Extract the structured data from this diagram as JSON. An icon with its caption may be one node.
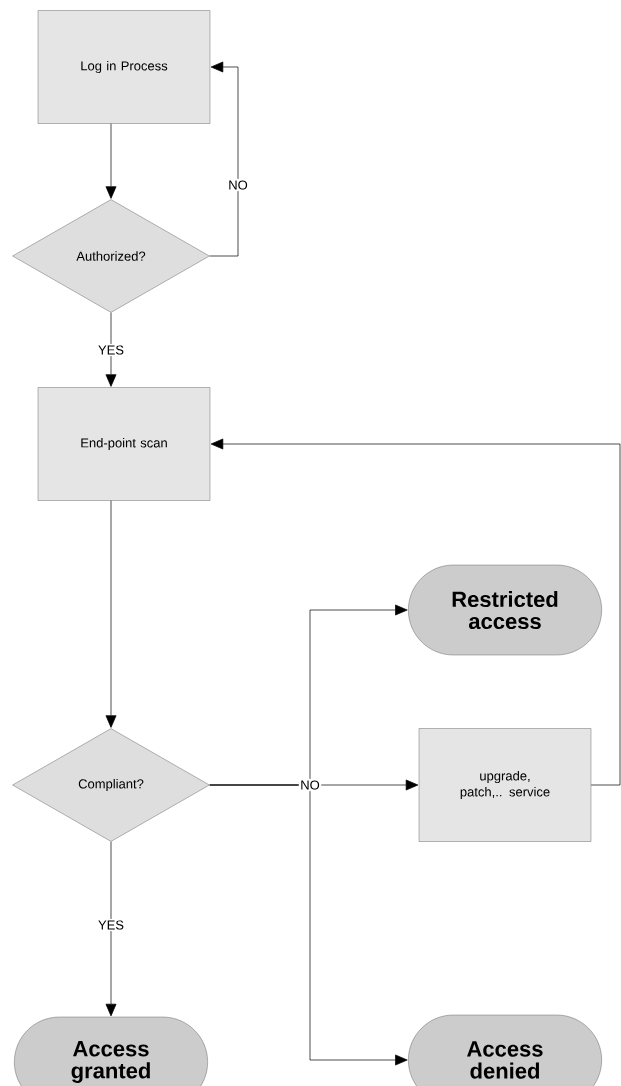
{
  "diagram": {
    "nodes": [
      {
        "text": [
          "Log in Process"
        ]
      },
      {
        "text": [
          "Authorized?"
        ]
      },
      {
        "text": [
          "End-point scan"
        ]
      },
      {
        "text": [
          "Compliant?"
        ]
      },
      {
        "text": [
          "Access granted"
        ]
      },
      {
        "text": [
          "Restricted access"
        ]
      },
      {
        "text": [
          "upgrade, patch,.. service"
        ]
      },
      {
        "text": [
          "Access denied"
        ]
      }
    ],
    "edges": [
      {
        "from": 0,
        "to": 1,
        "arrow": "to"
      },
      {
        "from": 1,
        "to": 0,
        "arrow": "to",
        "label": "NO"
      },
      {
        "from": 1,
        "to": 2,
        "arrow": "to",
        "label": "YES"
      },
      {
        "from": 2,
        "to": 3,
        "arrow": "to"
      },
      {
        "from": 3,
        "to": 5,
        "arrow": "to"
      },
      {
        "from": 3,
        "to": 6,
        "arrow": "to",
        "label": "NO"
      },
      {
        "from": 3,
        "to": 7,
        "arrow": "to"
      },
      {
        "from": 3,
        "to": 4,
        "arrow": "to",
        "label": "YES"
      },
      {
        "from": 6,
        "to": 2,
        "arrow": "to"
      }
    ]
  }
}
